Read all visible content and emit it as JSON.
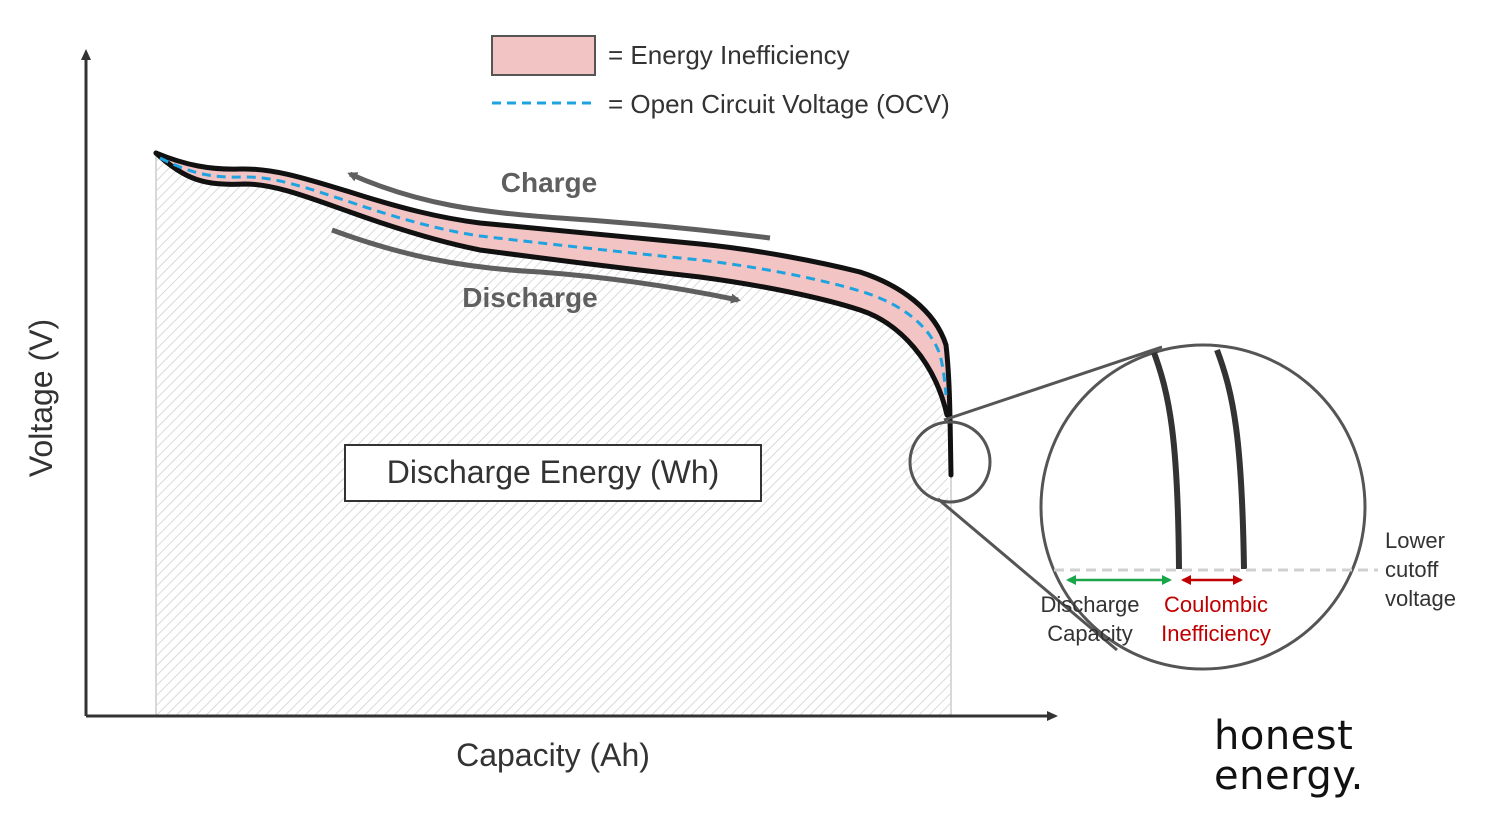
{
  "legend": {
    "energy_inefficiency": "= Energy Inefficiency",
    "ocv": "= Open Circuit Voltage (OCV)"
  },
  "axes": {
    "x_label": "Capacity (Ah)",
    "y_label": "Voltage (V)"
  },
  "annotations": {
    "charge": "Charge",
    "discharge": "Discharge",
    "discharge_energy": "Discharge Energy (Wh)"
  },
  "inset": {
    "discharge_capacity_line1": "Discharge",
    "discharge_capacity_line2": "Capacity",
    "coulombic_line1": "Coulombic",
    "coulombic_line2": "Inefficiency",
    "cutoff_line1": "Lower",
    "cutoff_line2": "cutoff",
    "cutoff_line3": "voltage"
  },
  "brand": {
    "line1": "honest",
    "line2": "energy."
  },
  "colors": {
    "inefficiency_fill": "#f2c4c4",
    "ocv_line": "#1fa3e0",
    "discharge_capacity_arrow": "#1aa54a",
    "coulombic_arrow": "#c00000",
    "annotation_arrow": "#5f5f5f",
    "axis": "#333333"
  }
}
